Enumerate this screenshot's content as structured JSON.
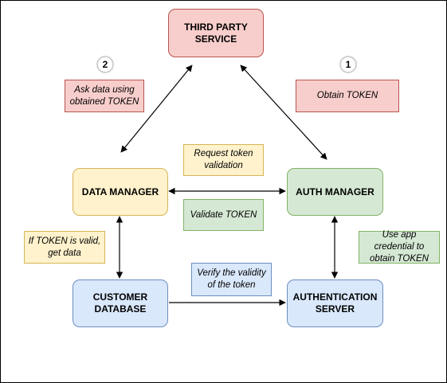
{
  "diagram": {
    "nodes": {
      "third_party": "THIRD PARTY\nSERVICE",
      "data_manager": "DATA MANAGER",
      "auth_manager": "AUTH MANAGER",
      "customer_db": "CUSTOMER\nDATABASE",
      "auth_server": "AUTHENTICATION\nSERVER"
    },
    "notes": {
      "ask_data": "Ask data using\nobtained TOKEN",
      "obtain_token": "Obtain TOKEN",
      "request_validation": "Request token\nvalidation",
      "validate_token": "Validate TOKEN",
      "if_valid": "If TOKEN is valid,\nget data",
      "verify_validity": "Verify the validity\nof the token",
      "use_credential": "Use app\ncredential to\nobtain TOKEN"
    },
    "badges": {
      "step_1": "1",
      "step_2": "2"
    },
    "edges": [
      {
        "from": "third_party",
        "to": "data_manager",
        "arrows": "both"
      },
      {
        "from": "third_party",
        "to": "auth_manager",
        "arrows": "both"
      },
      {
        "from": "data_manager",
        "to": "auth_manager",
        "arrows": "both"
      },
      {
        "from": "data_manager",
        "to": "customer_db",
        "arrows": "both"
      },
      {
        "from": "auth_manager",
        "to": "auth_server",
        "arrows": "both"
      },
      {
        "from": "customer_db",
        "to": "auth_server",
        "arrows": "end"
      }
    ]
  }
}
